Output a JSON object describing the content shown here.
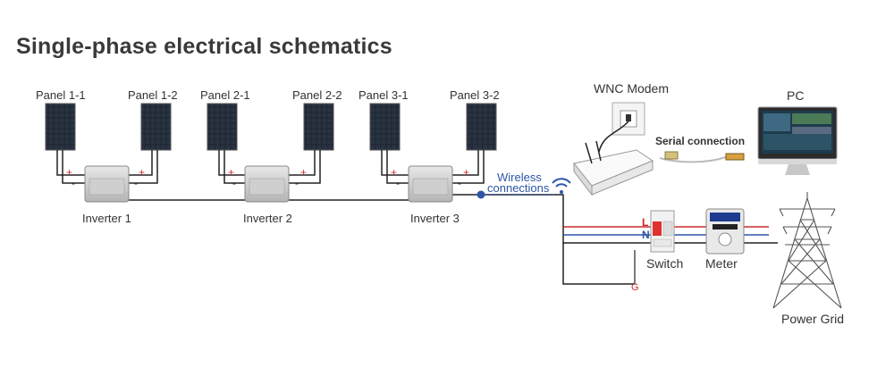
{
  "title": "Single-phase electrical schematics",
  "panels": [
    "Panel 1-1",
    "Panel 1-2",
    "Panel 2-1",
    "Panel 2-2",
    "Panel 3-1",
    "Panel 3-2"
  ],
  "inverters": [
    "Inverter 1",
    "Inverter 2",
    "Inverter 3"
  ],
  "wireless_label_1": "Wireless",
  "wireless_label_2": "connections",
  "modem_label": "WNC Modem",
  "pc_label": "PC",
  "serial_label": "Serial connection",
  "switch_label": "Switch",
  "meter_label": "Meter",
  "grid_label": "Power Grid",
  "line_L": "L",
  "line_N": "N",
  "line_G": "G",
  "plus": "+",
  "minus": "-",
  "colors": {
    "line_red": "#cc2a2a",
    "line_blue": "#2d55a8",
    "wire": "#222222"
  }
}
